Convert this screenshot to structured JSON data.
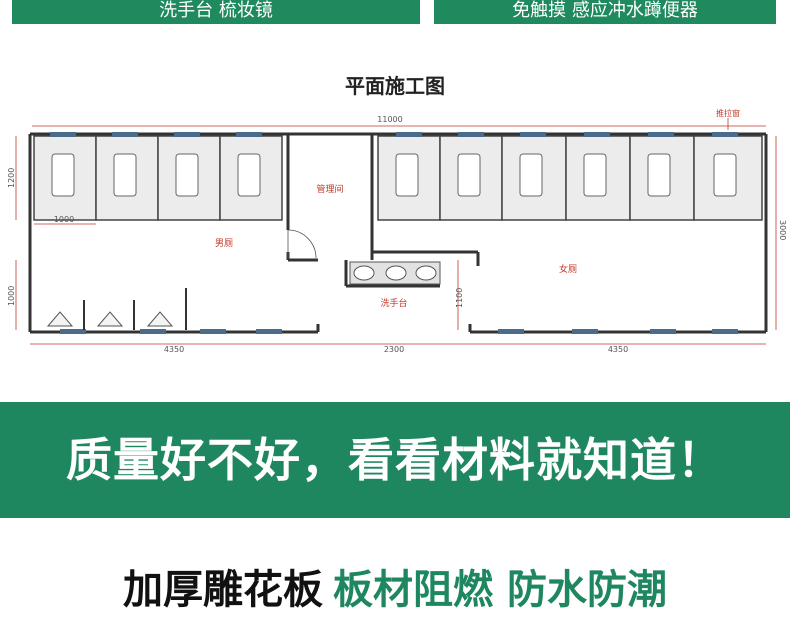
{
  "tabs": {
    "left": "洗手台 梳妆镜",
    "right": "免触摸 感应冲水蹲便器"
  },
  "plan": {
    "title": "平面施工图",
    "dims": {
      "total": "11000",
      "stall_depth": "1200",
      "stall_width": "1000",
      "urinal_depth": "1000",
      "right_height": "3000",
      "sink_depth": "1100",
      "left_width": "4350",
      "mid_width": "2300",
      "right_width": "4350"
    },
    "rooms": {
      "men": "男厕",
      "women": "女厕",
      "manage": "管理间",
      "sink": "洗手台",
      "window": "推拉窗"
    }
  },
  "banner": {
    "text": "质量好不好，看看材料就知道！"
  },
  "bottom": {
    "dark": "加厚雕花板",
    "green": "板材阻燃 防水防潮"
  }
}
